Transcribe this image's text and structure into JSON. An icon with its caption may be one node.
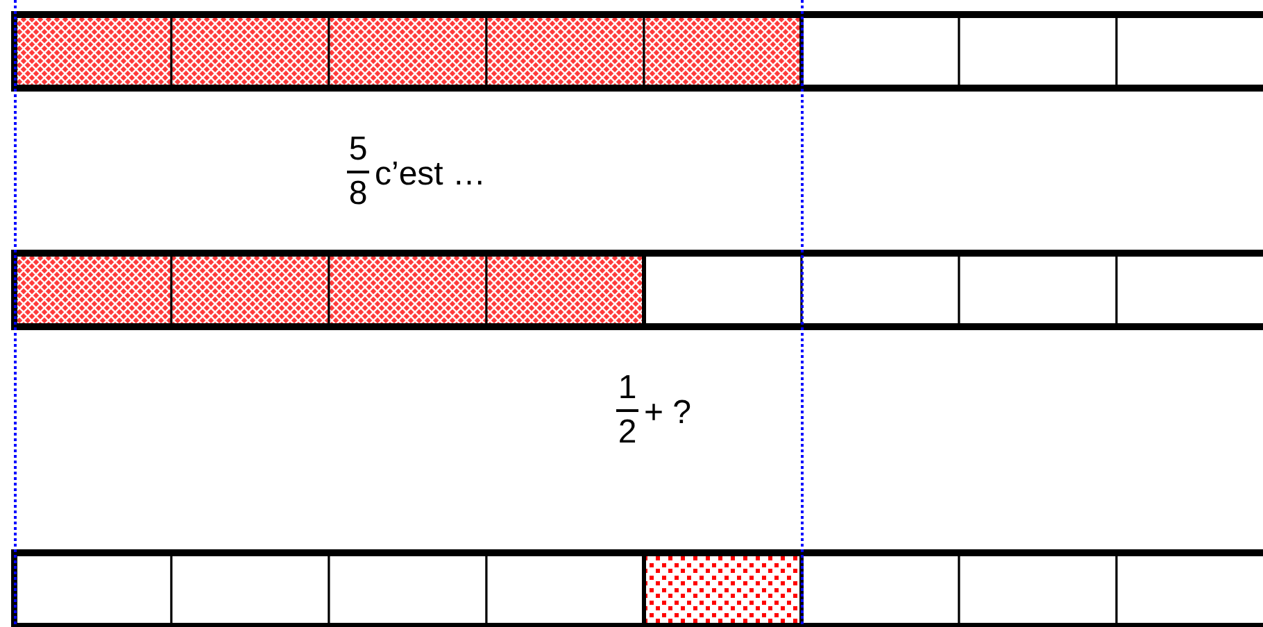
{
  "diagram": {
    "nodes": [
      {
        "text": [],
        "shape": "bar"
      },
      {
        "text": [],
        "shape": "bar"
      },
      {
        "text": [],
        "shape": "bar"
      }
    ],
    "labels": [
      "5",
      "8",
      "c’est …",
      "1",
      "2",
      "+ ?"
    ]
  }
}
